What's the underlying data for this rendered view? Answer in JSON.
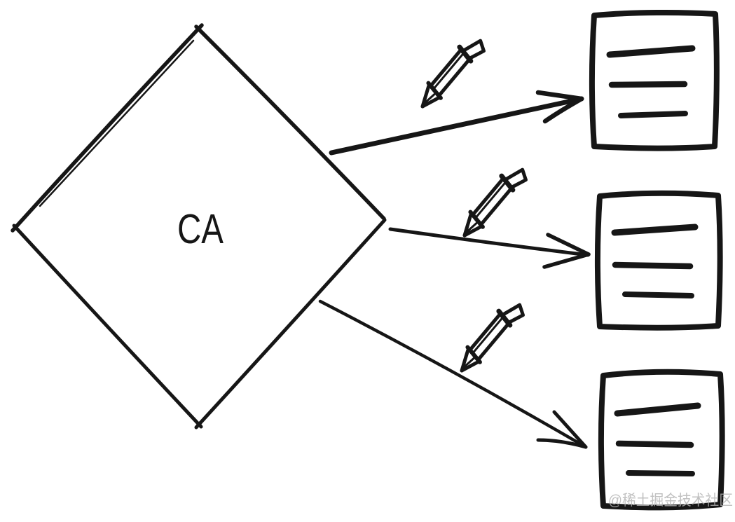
{
  "canvas": {
    "background": "#ffffff",
    "ink_color": "#161616"
  },
  "ca_node": {
    "shape": "diamond",
    "label": "CA"
  },
  "arrows": [
    {
      "from": "CA",
      "to": "certificate-1",
      "icon": "pen-icon"
    },
    {
      "from": "CA",
      "to": "certificate-2",
      "icon": "pen-icon"
    },
    {
      "from": "CA",
      "to": "certificate-3",
      "icon": "pen-icon"
    }
  ],
  "documents": [
    {
      "icon": "document-icon",
      "text_lines": 3
    },
    {
      "icon": "document-icon",
      "text_lines": 3
    },
    {
      "icon": "document-icon",
      "text_lines": 3
    }
  ],
  "watermark": {
    "text": "@稀土掘金技术社区",
    "color": "#b2b2b2"
  }
}
